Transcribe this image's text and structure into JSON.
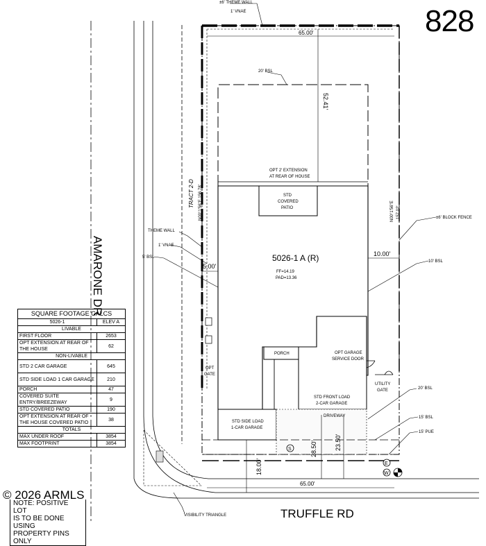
{
  "lot_number": "828",
  "streets": {
    "vertical": "AMARONE DR",
    "horizontal": "TRUFFLE RD"
  },
  "copyright": "2026 ARMLS",
  "note_lines": [
    "NOTE: POSITIVE LOT",
    "IS TO BE DONE USING",
    "PROPERTY PINS ONLY"
  ],
  "plan": "5026-1 A (R)",
  "ff": "FF=14.19",
  "pad": "PAD=13.36",
  "callouts": {
    "theme_wall_top": "±6' THEME WALL",
    "vnae_top": "1' VNAE",
    "bsl_rear": "20' BSL",
    "opt_ext": "OPT 2' EXTENSION",
    "opt_ext_2": "AT REAR OF HOUSE",
    "patio_1": "STD",
    "patio_2": "COVERED",
    "patio_3": "PATIO",
    "tract": "TRACT 2-D",
    "bearing_left": "N00°1'56\"E 156.78'",
    "bearing_right": "N00°1'56\"E",
    "bearing_right_len": "157.02'",
    "block_fence": "±6' BLOCK FENCE",
    "theme_wall_left": "THEME WALL",
    "vnae_left": "1' VNAE",
    "bsl_left": "5' BSL",
    "bsl_right": "10' BSL",
    "porch": "PORCH",
    "opt_gate": "OPT",
    "opt_gate_2": "GATE",
    "garage_door": "OPT GARAGE",
    "garage_door_2": "SERVICE DOOR",
    "utility_gate": "UTILITY",
    "utility_gate_2": "GATE",
    "front_garage": "STD FRONT LOAD",
    "front_garage_2": "2-CAR GARAGE",
    "driveway": "DRIVEWAY",
    "side_garage": "STD SIDE LOAD",
    "side_garage_2": "1-CAR GARAGE",
    "bsl_front": "20' BSL",
    "bsl_15": "15' BSL",
    "pue": "15' PUE",
    "visibility": "VISIBILITY TRIANGLE",
    "sewer": "S",
    "elec": "E",
    "water": "W"
  },
  "dims": {
    "top_width": "65.00'",
    "rear_depth": "52.41'",
    "side_right": "10.00'",
    "side_left": "5.00'",
    "d_28_50": "28.50'",
    "d_23_50": "23.50'",
    "d_18": "18.00'",
    "bottom_width": "65.00'"
  },
  "calcs": {
    "title": "SQUARE FOOTAGE CALCS",
    "plan_label": "5026-1",
    "elev_label": "ELEV A",
    "livable_header": "LIVABLE",
    "livable": [
      {
        "label": "FIRST FLOOR",
        "value": "2653"
      },
      {
        "label": "OPT EXTENSION AT REAR OF THE HOUSE",
        "value": "62"
      }
    ],
    "non_livable_header": "NON-LIVABLE",
    "non_livable": [
      {
        "label": "STD 2 CAR GARAGE",
        "value": "645"
      },
      {
        "label": "STD SIDE LOAD 1 CAR GARAGE",
        "value": "210"
      },
      {
        "label": "PORCH",
        "value": "47"
      },
      {
        "label": "COVERED SUITE ENTRY/BREEZEWAY",
        "value": "9"
      },
      {
        "label": "STD COVERED PATIO",
        "value": "190"
      },
      {
        "label": "OPT EXTENSION AT REAR OF THE HOUSE COVERED PATIO",
        "value": "38"
      }
    ],
    "totals_header": "TOTALS",
    "totals": [
      {
        "label": "MAX UNDER ROOF",
        "value": "3854"
      },
      {
        "label": "MAX FOOTPRINT",
        "value": "3854"
      }
    ]
  }
}
